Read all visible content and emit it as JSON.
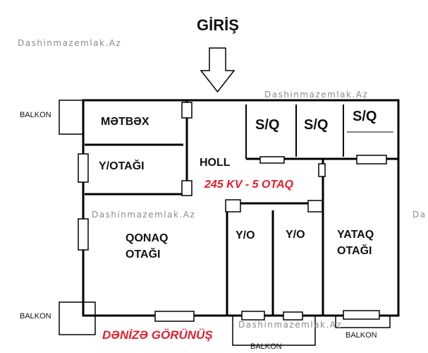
{
  "title": "GİRİŞ",
  "watermark": "Dashinmazemlak.Az",
  "watermark_partial": "Da",
  "area_label": "245 KV - 5 OTAQ",
  "view_label": "DƏNİZƏ GÖRÜNÜŞ",
  "rooms": {
    "kitchen": "MƏTBƏX",
    "small_room": "Y/OTAĞI",
    "hall": "HOLL",
    "bath1": "S/Q",
    "bath2": "S/Q",
    "bath3": "S/Q",
    "living_1": "QONAQ",
    "living_2": "OTAĞI",
    "bedroom_small_1": "Y/O",
    "bedroom_small_2": "Y/O",
    "bedroom_1": "YATAQ",
    "bedroom_2": "OTAĞI"
  },
  "balconies": [
    "BALKON",
    "BALKON",
    "BALKON",
    "BALKON"
  ],
  "colors": {
    "accent": "#e0202e",
    "watermark": "#8a8a8a"
  }
}
